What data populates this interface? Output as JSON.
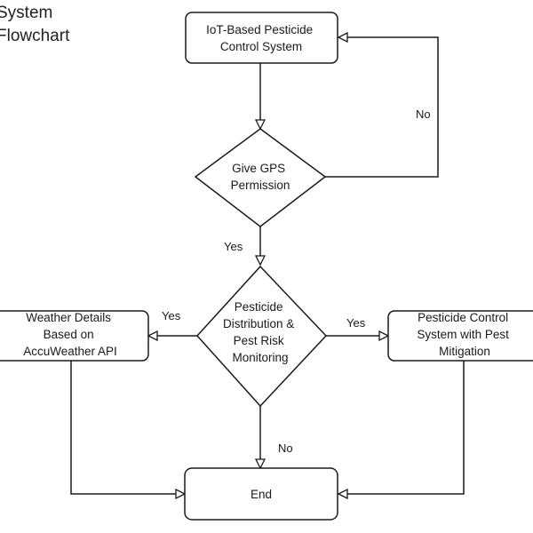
{
  "title": "System\nFlowchart",
  "nodes": {
    "start": [
      "IoT-Based Pesticide",
      "Control System"
    ],
    "gps": [
      "Give GPS",
      "Permission"
    ],
    "monitor": [
      "Pesticide",
      "Distribution &",
      "Pest Risk",
      "Monitoring"
    ],
    "weather": [
      "Weather Details",
      "Based on",
      "AccuWeather API"
    ],
    "control": [
      "Pesticide Control",
      "System with Pest",
      "Mitigation"
    ],
    "end": [
      "End"
    ]
  },
  "edges": {
    "gps_no": "No",
    "gps_yes": "Yes",
    "monitor_yes_left": "Yes",
    "monitor_yes_right": "Yes",
    "monitor_no": "No"
  },
  "colors": {
    "stroke": "#1a1a1a",
    "fill": "#ffffff"
  }
}
